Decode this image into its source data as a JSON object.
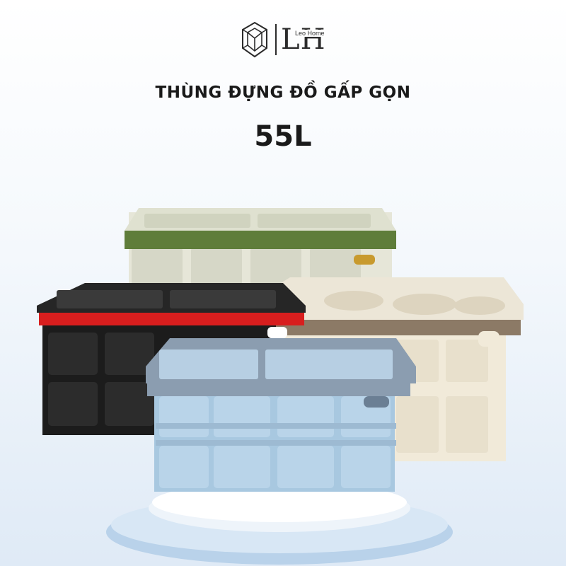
{
  "brand": {
    "logo_letters": "LH",
    "logo_subtitle": "Leo Home",
    "logo_icon": "lion-head-icon"
  },
  "product": {
    "title": "THÙNG ĐỰNG ĐỒ GẤP GỌN",
    "capacity": "55L"
  },
  "boxes": [
    {
      "name": "green",
      "color": "#5f7d3a",
      "lid": "#d9dccb"
    },
    {
      "name": "black",
      "color": "#1c1c1c",
      "lid": "#2a2a2a",
      "accent": "#d81e1e"
    },
    {
      "name": "beige",
      "color": "#8c7a66",
      "lid": "#ece6d7"
    },
    {
      "name": "blue",
      "color": "#a8c8e0",
      "lid": "#8b9db0"
    }
  ]
}
